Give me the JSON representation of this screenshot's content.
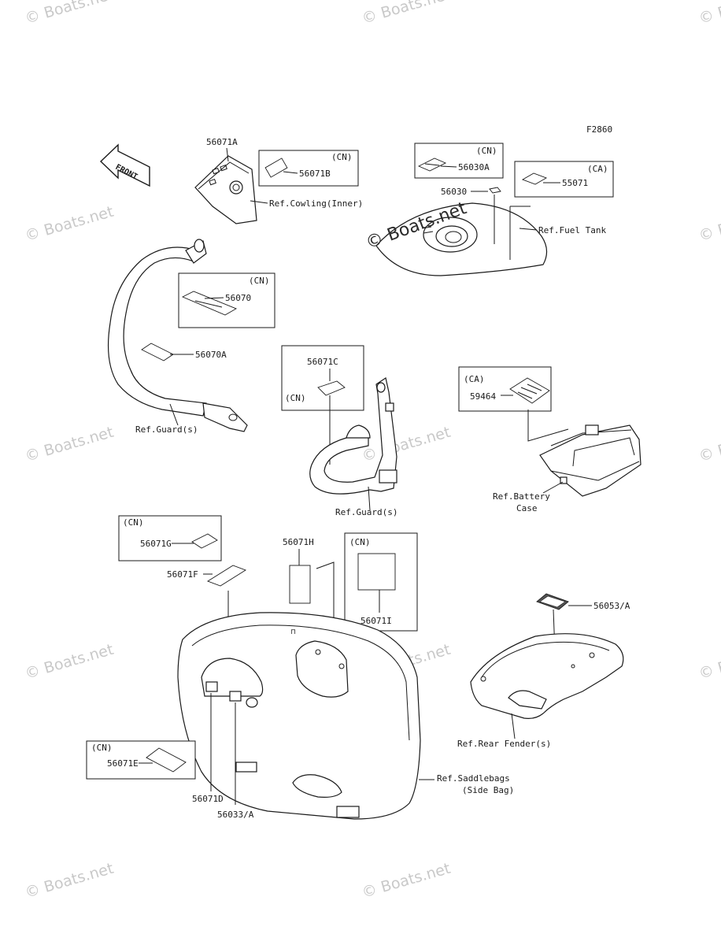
{
  "figure_code": "F2860",
  "front_arrow": "FRONT",
  "watermarks": [
    "© Boats.net",
    "© Boats.net",
    "© Boats.net",
    "© Boats.net",
    "© Boats.net",
    "© Boats.net",
    "© Boats.net",
    "© Boats.net",
    "© Boats.net",
    "© Boats.net",
    "© Boats.net",
    "© Boats.net",
    "© Boats.net"
  ],
  "watermark_center": "© Boats.net",
  "parts": {
    "p56071A": "56071A",
    "p56071B": "56071B",
    "p56030A": "56030A",
    "p56030": "56030",
    "p55071": "55071",
    "p56070": "56070",
    "p56070A": "56070A",
    "p56071C": "56071C",
    "p59464": "59464",
    "p56071G": "56071G",
    "p56071F": "56071F",
    "p56071H": "56071H",
    "p56071I": "56071I",
    "p56053A": "56053/A",
    "p56071E": "56071E",
    "p56071D": "56071D",
    "p56033A": "56033/A"
  },
  "markets": {
    "cn": "(CN)",
    "ca": "(CA)"
  },
  "refs": {
    "cowling": "Ref.Cowling(Inner)",
    "fuel_tank": "Ref.Fuel Tank",
    "guard_left": "Ref.Guard(s)",
    "guard_center": "Ref.Guard(s)",
    "battery_1": "Ref.Battery",
    "battery_2": "Case",
    "rear_fender": "Ref.Rear Fender(s)",
    "saddlebags_1": "Ref.Saddlebags",
    "saddlebags_2": "(Side Bag)"
  }
}
